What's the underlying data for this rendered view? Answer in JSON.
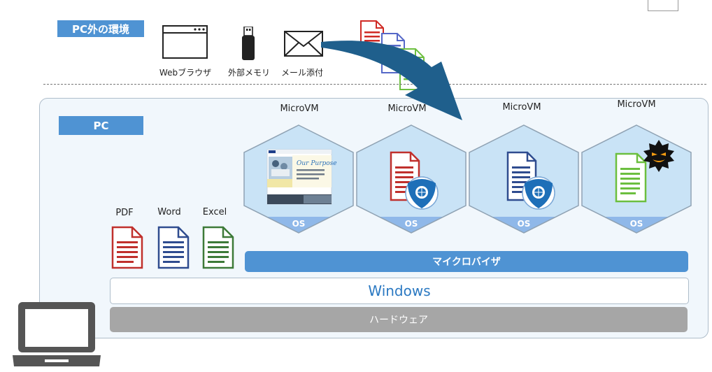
{
  "outside": {
    "tag": "PC外の環境",
    "items": [
      "Webブラウザ",
      "外部メモリ",
      "メール添付"
    ]
  },
  "pc": {
    "tag": "PC",
    "vms": [
      {
        "label": "MicroVM",
        "os": "OS",
        "content": "browser-screenshot"
      },
      {
        "label": "MicroVM",
        "os": "OS",
        "content": "red-document-protected"
      },
      {
        "label": "MicroVM",
        "os": "OS",
        "content": "blue-document-protected"
      },
      {
        "label": "MicroVM",
        "os": "OS",
        "content": "green-document-malware"
      }
    ],
    "docs": [
      "PDF",
      "Word",
      "Excel"
    ],
    "hypervisor": "マイクロバイザ",
    "windows": "Windows",
    "hardware": "ハードウェア"
  },
  "colors": {
    "tag_blue": "#4f93d3",
    "hex_fill": "#c9e3f6",
    "hex_border": "#8fa2b3",
    "os_band": "#8fb8e9",
    "hypervisor_bar": "#4f93d3",
    "windows_text": "#2b79c2",
    "hardware_bar": "#a6a6a6",
    "pdf_red": "#c0302c",
    "word_blue": "#2f4c8f",
    "excel_green": "#3d7a38",
    "arrow": "#1f5f8c"
  }
}
